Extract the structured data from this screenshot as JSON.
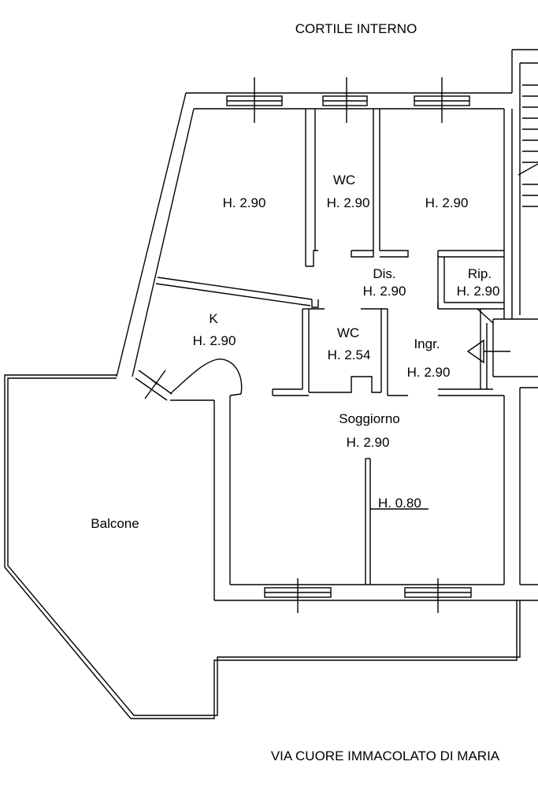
{
  "labels": {
    "top_street": "CORTILE INTERNO",
    "bottom_street": "VIA CUORE IMMACOLATO DI MARIA"
  },
  "rooms": {
    "bedroom_left_height": "H. 2.90",
    "wc_top_name": "WC",
    "wc_top_height": "H. 2.90",
    "bedroom_right_height": "H. 2.90",
    "dis_name": "Dis.",
    "dis_height": "H. 2.90",
    "rip_name": "Rip.",
    "rip_height": "H. 2.90",
    "kitchen_name": "K",
    "kitchen_height": "H. 2.90",
    "wc_bottom_name": "WC",
    "wc_bottom_height": "H. 2.54",
    "ingr_name": "Ingr.",
    "ingr_height": "H. 2.90",
    "soggiorno_name": "Soggiorno",
    "soggiorno_height": "H. 2.90",
    "partition_height": "H. 0.80",
    "balcone_name": "Balcone"
  }
}
